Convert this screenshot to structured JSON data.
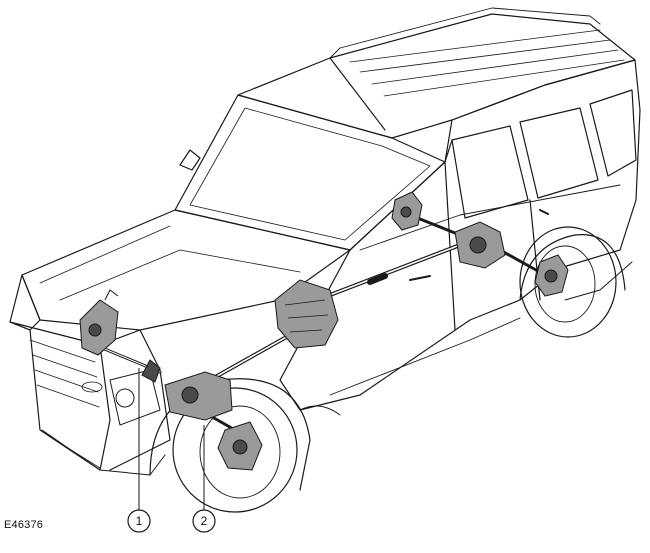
{
  "figure": {
    "reference_code": "E46376",
    "callouts": [
      {
        "id": "1",
        "label": "1"
      },
      {
        "id": "2",
        "label": "2"
      }
    ],
    "colors": {
      "line": "#1a1a1a",
      "component_fill": "#9a9a9a",
      "component_dark": "#4a4a4a",
      "background": "#ffffff"
    }
  }
}
